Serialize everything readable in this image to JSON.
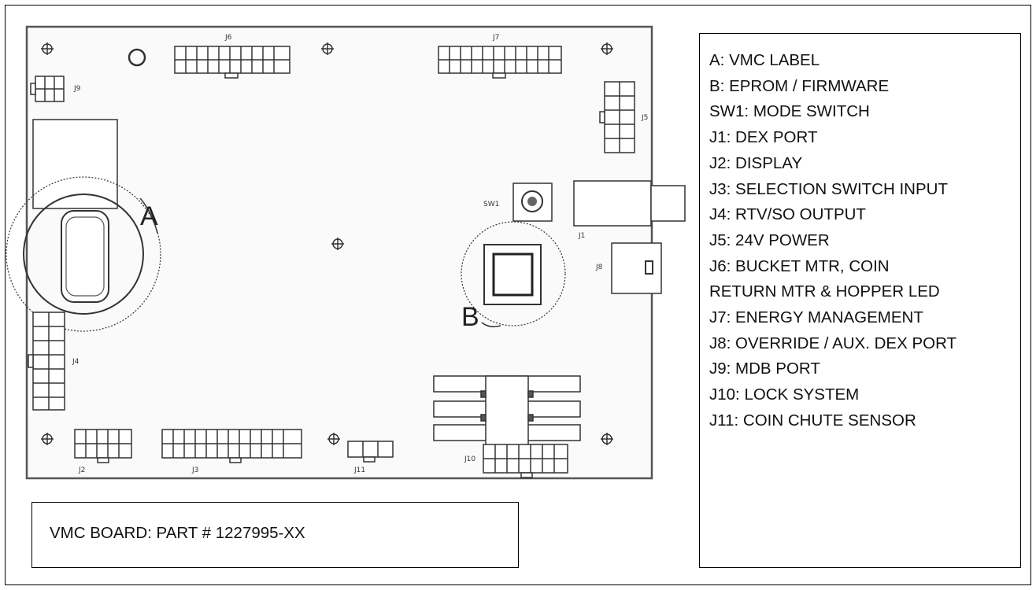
{
  "legend": {
    "items": [
      "A: VMC LABEL",
      "B: EPROM / FIRMWARE",
      "SW1: MODE SWITCH",
      "J1: DEX PORT",
      "J2: DISPLAY",
      "J3: SELECTION SWITCH INPUT",
      "J4: RTV/SO OUTPUT",
      "J5: 24V POWER",
      "J6: BUCKET MTR, COIN",
      "RETURN MTR & HOPPER LED",
      "J7: ENERGY MANAGEMENT",
      "J8: OVERRIDE / AUX. DEX PORT",
      "J9: MDB PORT",
      "J10: LOCK SYSTEM",
      "J11: COIN CHUTE SENSOR"
    ]
  },
  "part_label": "VMC BOARD: PART # 1227995-XX",
  "board": {
    "callout_a": "A",
    "callout_b": "B",
    "sw1": "SW1",
    "j1": "J1",
    "j2": "J2",
    "j3": "J3",
    "j4": "J4",
    "j5": "J5",
    "j6": "J6",
    "j7": "J7",
    "j8": "J8",
    "j9": "J9",
    "j10": "J10",
    "j11": "J11"
  }
}
